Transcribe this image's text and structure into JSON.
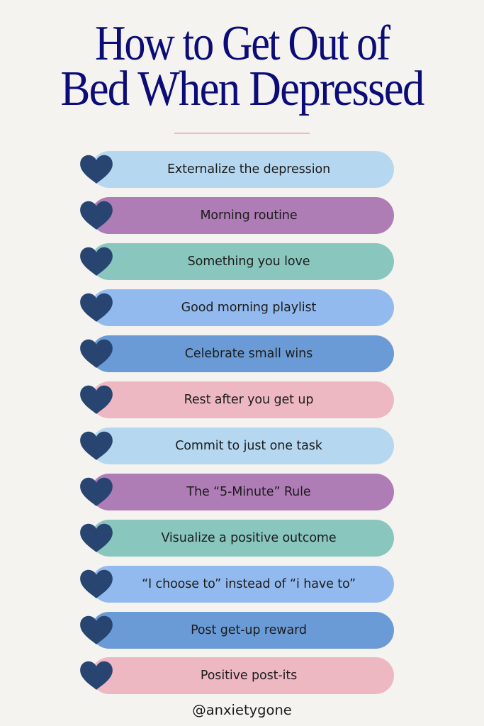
{
  "title": {
    "line1": "How to Get Out of",
    "line2": "Bed When Depressed",
    "color": "#0c0c78"
  },
  "divider": {
    "color": "#efb8c8"
  },
  "heart_icon": {
    "name": "heart-icon",
    "color": "#284572"
  },
  "items": [
    {
      "label": "Externalize the depression",
      "color": "#b5d8f0"
    },
    {
      "label": "Morning routine",
      "color": "#ae7db5"
    },
    {
      "label": "Something you love",
      "color": "#89c6be"
    },
    {
      "label": "Good morning playlist",
      "color": "#93baee"
    },
    {
      "label": "Celebrate small wins",
      "color": "#6b9bd6"
    },
    {
      "label": "Rest after you get up",
      "color": "#eeb8c3"
    },
    {
      "label": "Commit to just one task",
      "color": "#b5d8f0"
    },
    {
      "label": "The “5-Minute” Rule",
      "color": "#ae7db5"
    },
    {
      "label": "Visualize a positive outcome",
      "color": "#89c6be"
    },
    {
      "label": "“I choose to” instead of “i have to”",
      "color": "#93baee"
    },
    {
      "label": "Post get-up reward",
      "color": "#6b9bd6"
    },
    {
      "label": "Positive post-its",
      "color": "#eeb8c3"
    }
  ],
  "footer": {
    "handle": "@anxietygone"
  },
  "background": "#f5f3ef"
}
